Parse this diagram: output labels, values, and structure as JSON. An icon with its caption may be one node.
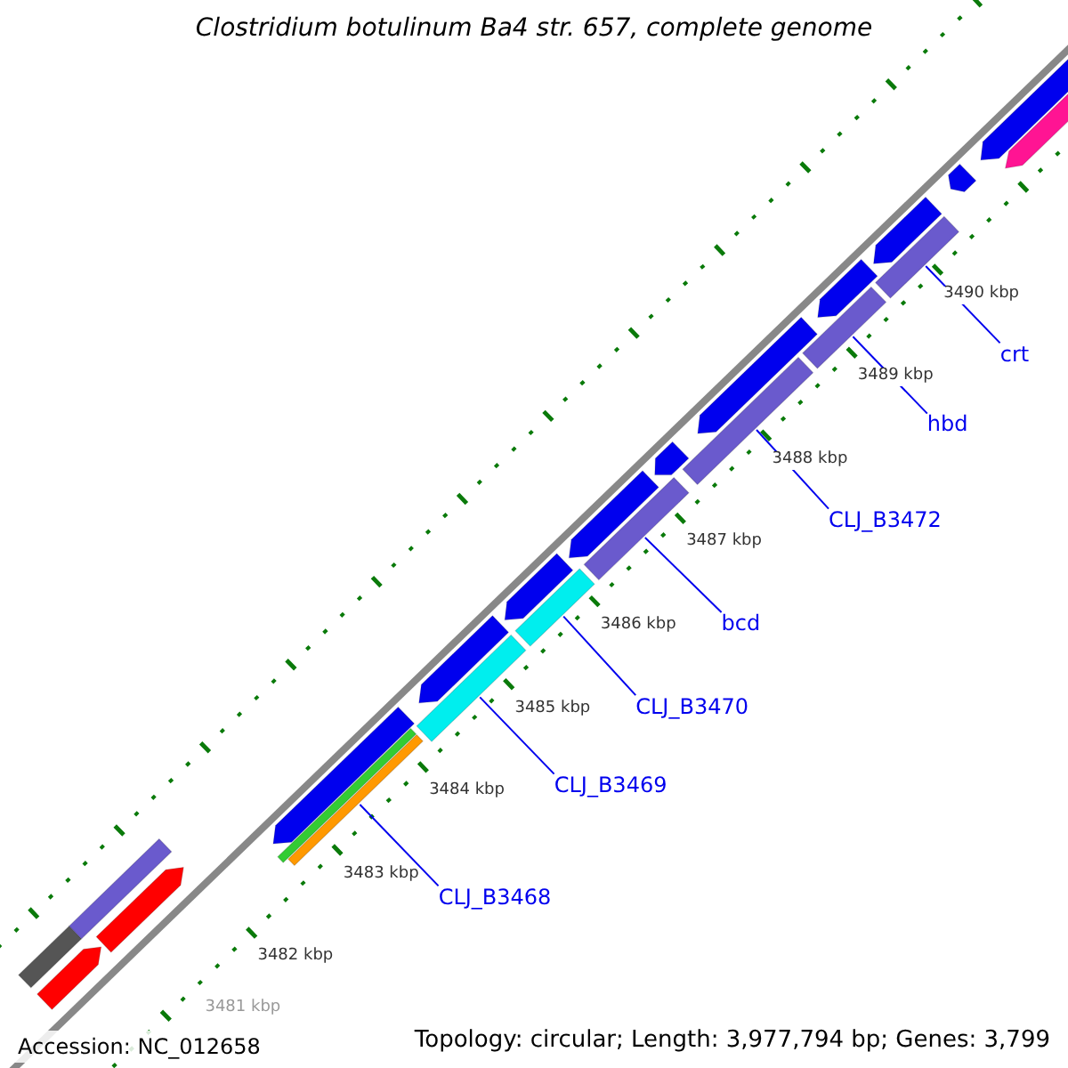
{
  "diagram": {
    "title": "Clostridium botulinum Ba4 str. 657, complete genome",
    "nodes": [
      {
        "text": [
          "crt"
        ]
      },
      {
        "text": [
          "hbd"
        ]
      },
      {
        "text": [
          "CLJ_B3472"
        ]
      },
      {
        "text": [
          "bcd"
        ]
      },
      {
        "text": [
          "CLJ_B3470"
        ]
      },
      {
        "text": [
          "CLJ_B3469"
        ]
      },
      {
        "text": [
          "CLJ_B3468"
        ]
      },
      {
        "text": [],
        "shape": "bar"
      },
      {
        "text": [],
        "shape": "arrow"
      },
      {
        "text": [],
        "shape": "arrow"
      },
      {
        "text": [],
        "shape": "bar"
      },
      {
        "text": [],
        "shape": "arrow"
      },
      {
        "text": [],
        "shape": "bar"
      },
      {
        "text": [],
        "shape": "bar"
      },
      {
        "text": [],
        "shape": "bar"
      },
      {
        "text": [],
        "shape": "arrow"
      },
      {
        "text": [],
        "shape": "bar"
      },
      {
        "text": [],
        "shape": "arrow"
      },
      {
        "text": [],
        "shape": "arrow"
      },
      {
        "text": [],
        "shape": "bar"
      },
      {
        "text": [],
        "shape": "arrow"
      },
      {
        "text": [],
        "shape": "bar"
      },
      {
        "text": [],
        "shape": "arrow"
      },
      {
        "text": [],
        "shape": "bar"
      },
      {
        "text": [],
        "shape": "arrow"
      },
      {
        "text": [],
        "shape": "bar"
      },
      {
        "text": [],
        "shape": "arrow"
      },
      {
        "text": [],
        "shape": "arrow"
      },
      {
        "text": [],
        "shape": "arrow"
      },
      {
        "text": [],
        "shape": "arrow"
      }
    ],
    "edges": [
      {
        "from": 0,
        "to": 25,
        "arrow": "none"
      },
      {
        "from": 1,
        "to": 23,
        "arrow": "none"
      },
      {
        "from": 2,
        "to": 21,
        "arrow": "none"
      },
      {
        "from": 3,
        "to": 19,
        "arrow": "none"
      },
      {
        "from": 4,
        "to": 16,
        "arrow": "none"
      },
      {
        "from": 5,
        "to": 14,
        "arrow": "none"
      },
      {
        "from": 6,
        "to": 13,
        "arrow": "none"
      }
    ],
    "labels": [
      "3490 kbp",
      "3489 kbp",
      "3488 kbp",
      "3487 kbp",
      "3486 kbp",
      "3485 kbp",
      "3484 kbp",
      "3483 kbp",
      "3482 kbp",
      "3481 kbp",
      "Accession: NC_012658",
      "Topology: circular; Length: 3,977,794 bp; Genes: 3,799"
    ]
  }
}
